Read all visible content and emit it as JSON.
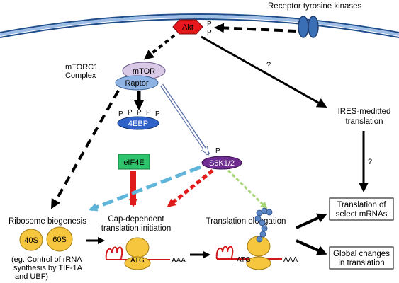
{
  "receptor": {
    "label": "Receptor tyrosine kinases"
  },
  "akt": {
    "label": "Akt",
    "phospho": [
      "P",
      "P"
    ]
  },
  "mtorc1": {
    "line1": "mTORC1",
    "line2": "Complex",
    "mtor": "mTOR",
    "raptor": "Raptor"
  },
  "ebp": {
    "label": "4EBP",
    "phospho": [
      "P",
      "P",
      "P",
      "P",
      "P"
    ]
  },
  "eif4e": {
    "label": "eIF4E"
  },
  "s6k": {
    "label": "S6K1/2",
    "phospho": "P"
  },
  "ires": {
    "line1": "IRES-meditted",
    "line2": "translation",
    "q1": "?",
    "q2": "?"
  },
  "ribosome": {
    "title": "Ribosome biogenesis",
    "s40": "40S",
    "s60": "60S",
    "note1": "(eg. Control of rRNA",
    "note2": "synthesis by TIF-1A",
    "note3": "and UBF)"
  },
  "capdep": {
    "line1": "Cap-dependent",
    "line2": "translation initiation",
    "atg": "ATG",
    "aaa": "AAA"
  },
  "elong": {
    "title": "Translation elongation",
    "atg": "ATG",
    "aaa": "AAA"
  },
  "outcomes": {
    "select1": "Translation of",
    "select2": "select mRNAs",
    "global1": "Global changes",
    "global2": "in translation"
  },
  "colors": {
    "membrane": "#7fa8d8",
    "akt": "#e8171c",
    "mtor": "#d9c8e6",
    "raptor": "#8fb3e2",
    "ebp": "#2f63c9",
    "eif4e": "#2ec46d",
    "s6k": "#6f2d91",
    "ribosome": "#f6c63e",
    "mrna": "#d11919",
    "peptide": "#5b86c6",
    "receptor": "#3b6fb5"
  }
}
